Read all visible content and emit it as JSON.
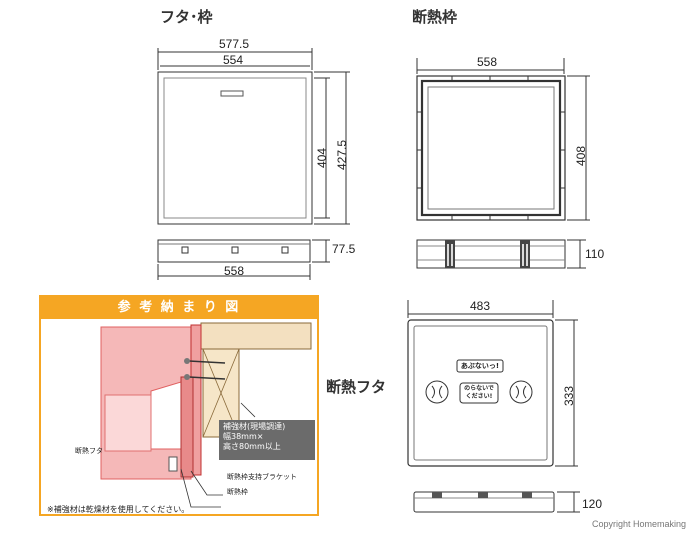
{
  "titles": {
    "lid_frame": "フタ･枠",
    "insulation_frame": "断熱枠",
    "insulation_lid": "断熱フタ"
  },
  "dimensions": {
    "lid_outer_width": "577.5",
    "lid_inner_width": "554",
    "lid_inner_height": "404",
    "lid_outer_height": "427.5",
    "lid_side_height": "77.5",
    "lid_side_width": "558",
    "frame_width": "558",
    "frame_height": "408",
    "frame_side_height": "110",
    "ins_lid_width": "483",
    "ins_lid_height": "333",
    "ins_lid_side_height": "120"
  },
  "reference_panel": {
    "title": "参 考 納 ま り 図",
    "label_lid": "断熱フタ",
    "callout_line1": "補強材(現場調達)",
    "callout_line2": "幅38mm×",
    "callout_line3": "高さ80mm以上",
    "label_bracket": "断熱枠支持ブラケット",
    "label_frame": "断熱枠",
    "note": "※補強材は乾燥材を使用してください。"
  },
  "lid_stickers": {
    "warning": "あぶないっ!",
    "warning2_line1": "のらないで",
    "warning2_line2": "ください!"
  },
  "copyright": "Copyright Homemaking"
}
